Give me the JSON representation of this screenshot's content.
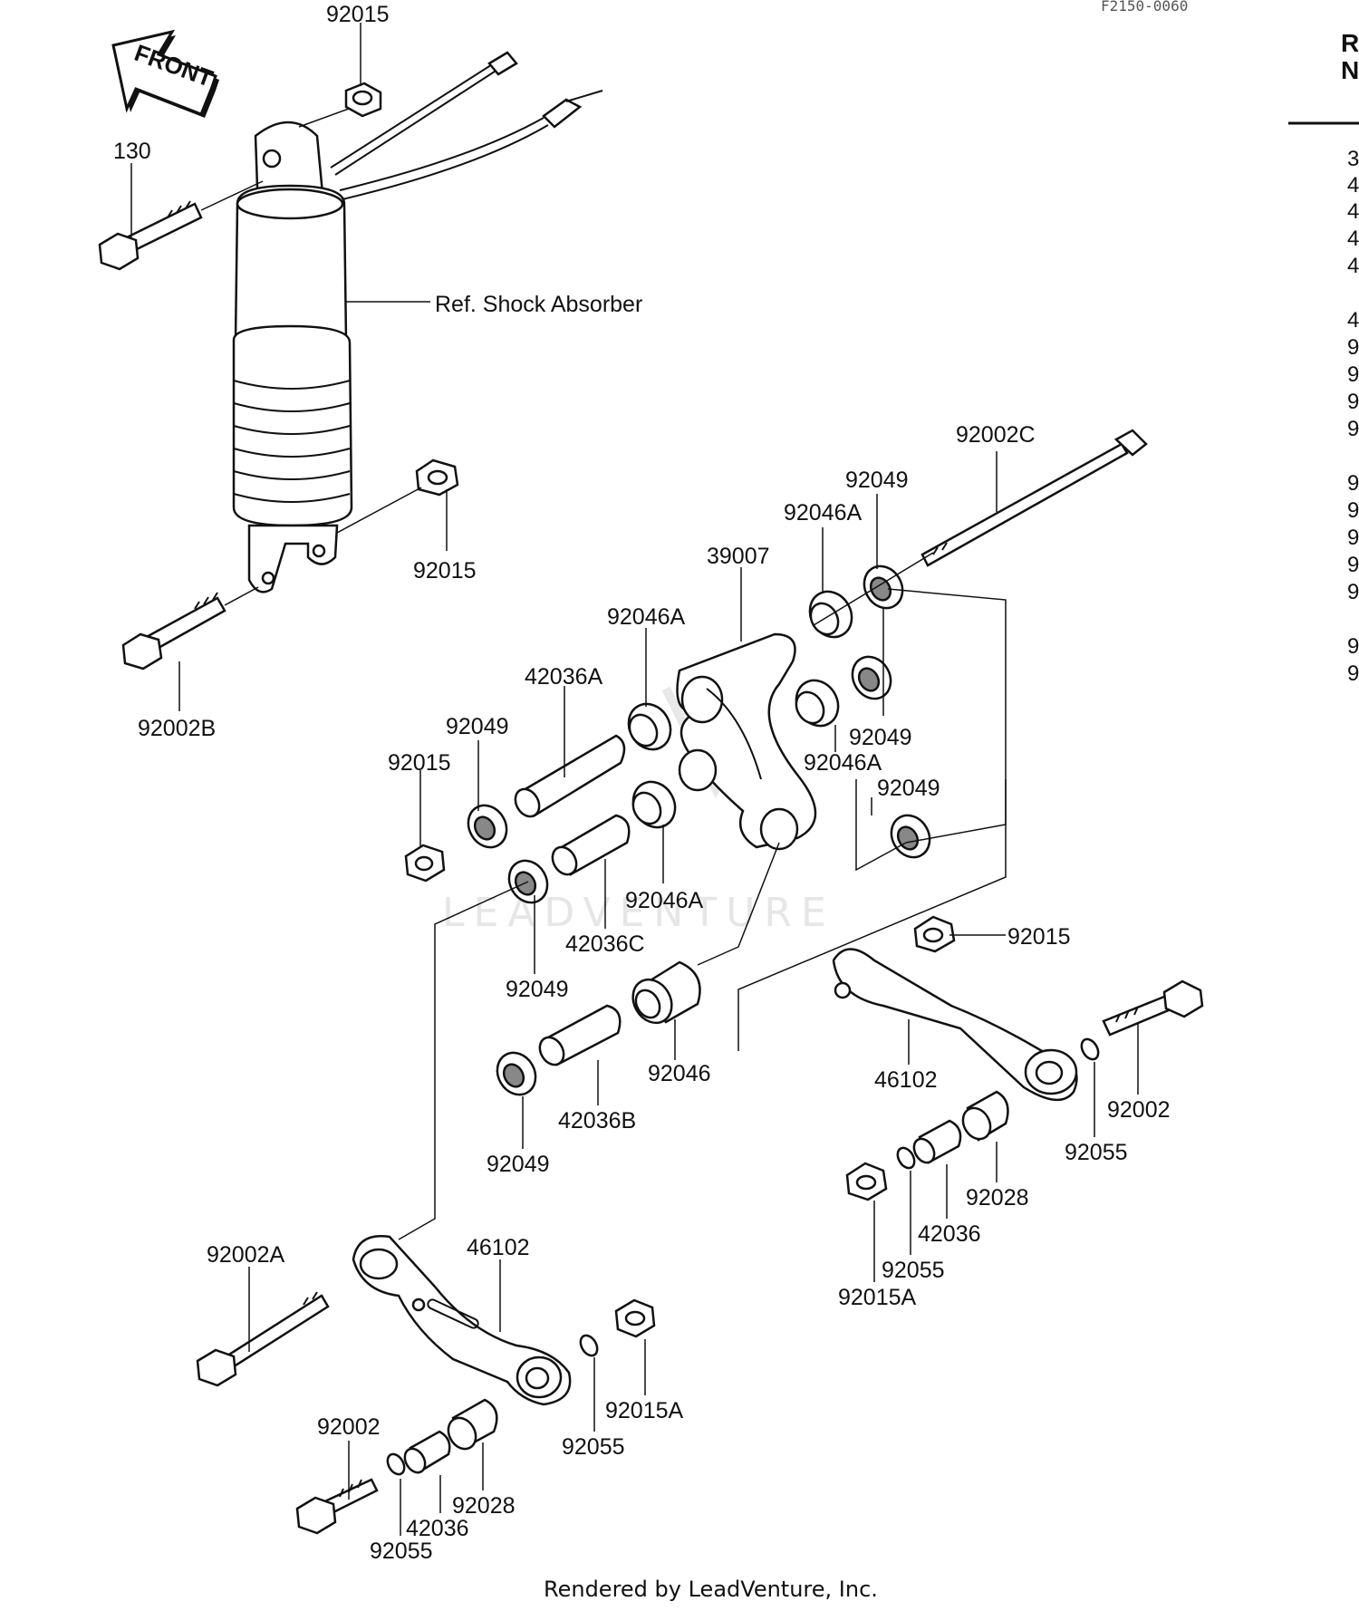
{
  "diagram_code": "F2150-0060",
  "side_panel": {
    "header": [
      "R",
      "N"
    ],
    "rows": [
      "3",
      "4",
      "4",
      "4",
      "4",
      "4",
      "9",
      "9",
      "9",
      "9",
      "9",
      "9",
      "9",
      "9",
      "9",
      "9",
      "9"
    ]
  },
  "front_arrow_label": "FRONT",
  "ref_label": "Ref. Shock Absorber",
  "callouts": {
    "c_92015_top": "92015",
    "c_130": "130",
    "c_92015_mid": "92015",
    "c_92002B": "92002B",
    "c_92002C": "92002C",
    "c_92049_a": "92049",
    "c_92046A_a": "92046A",
    "c_39007": "39007",
    "c_92046A_b": "92046A",
    "c_42036A": "42036A",
    "c_92049_b": "92049",
    "c_92015_c": "92015",
    "c_92049_c": "92049",
    "c_92046A_c": "92046A",
    "c_92049_d": "92049",
    "c_92046A_d": "92046A",
    "c_42036C": "42036C",
    "c_92049_e": "92049",
    "c_92015_d": "92015",
    "c_92046": "92046",
    "c_42036B": "42036B",
    "c_92049_f": "92049",
    "c_46102_a": "46102",
    "c_92002_a": "92002",
    "c_92055_a": "92055",
    "c_92028_a": "92028",
    "c_42036_a": "42036",
    "c_92055_b": "92055",
    "c_92015A_a": "92015A",
    "c_92002A": "92002A",
    "c_46102_b": "46102",
    "c_92015A_b": "92015A",
    "c_92055_c": "92055",
    "c_92002_b": "92002",
    "c_92028_b": "92028",
    "c_42036_b": "42036",
    "c_92055_d": "92055"
  },
  "watermark": "LEADVENTURE",
  "footer": "Rendered by LeadVenture, Inc."
}
